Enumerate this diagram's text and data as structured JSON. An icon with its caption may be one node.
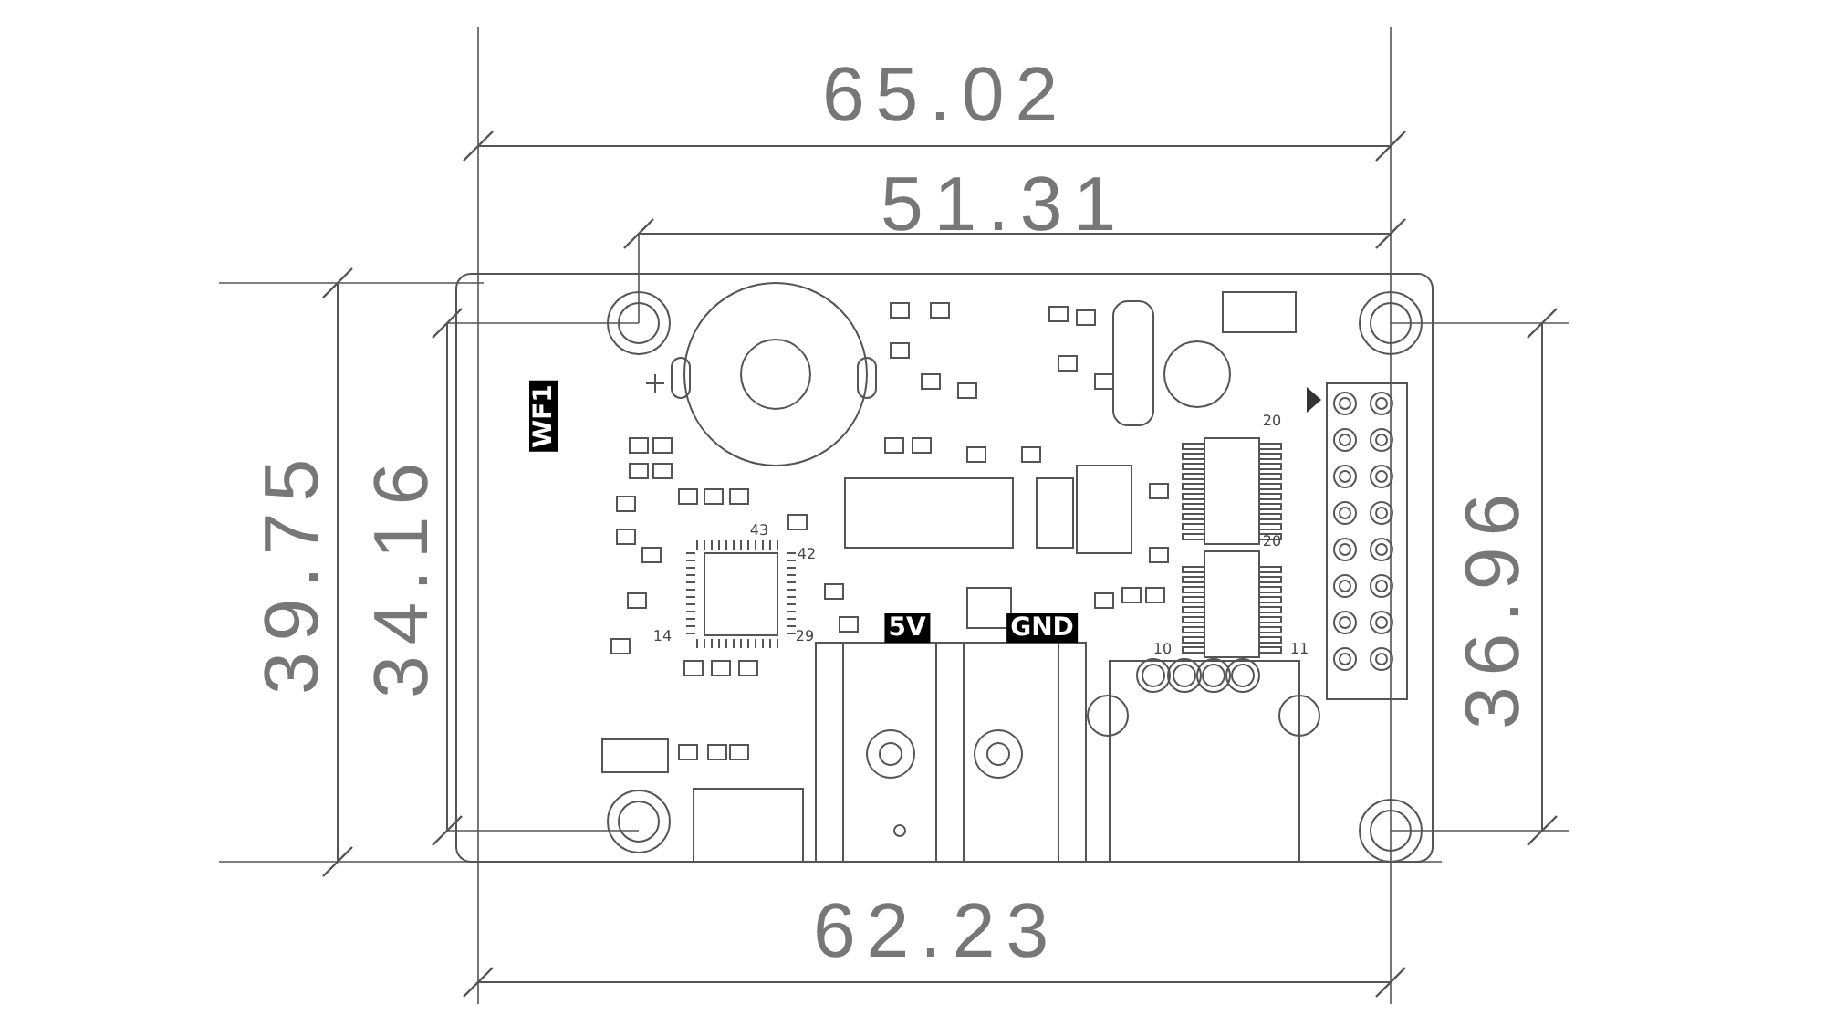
{
  "diagram": {
    "labels": [
      "65.02",
      "51.31",
      "39.75",
      "34.16",
      "36.96",
      "WF1",
      "43",
      "42",
      "14",
      "29",
      "5V",
      "GND",
      "20",
      "20",
      "10",
      "11",
      "62.23"
    ]
  }
}
